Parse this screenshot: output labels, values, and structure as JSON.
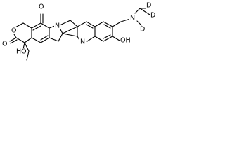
{
  "molecule": {
    "atom_labels": {
      "ring_oxygen": "O",
      "lactone_carbonyl_oxygen": "O",
      "ketone_oxygen": "O",
      "hydroxy_tertiary": "HO",
      "pyrrole_nitrogen": "N",
      "quinoline_nitrogen": "N",
      "phenol_hydroxy": "OH",
      "amine_nitrogen": "N",
      "deuterium_on_nitrogen": "D",
      "deuterium_upper": "D",
      "deuterium_right": "D"
    }
  }
}
